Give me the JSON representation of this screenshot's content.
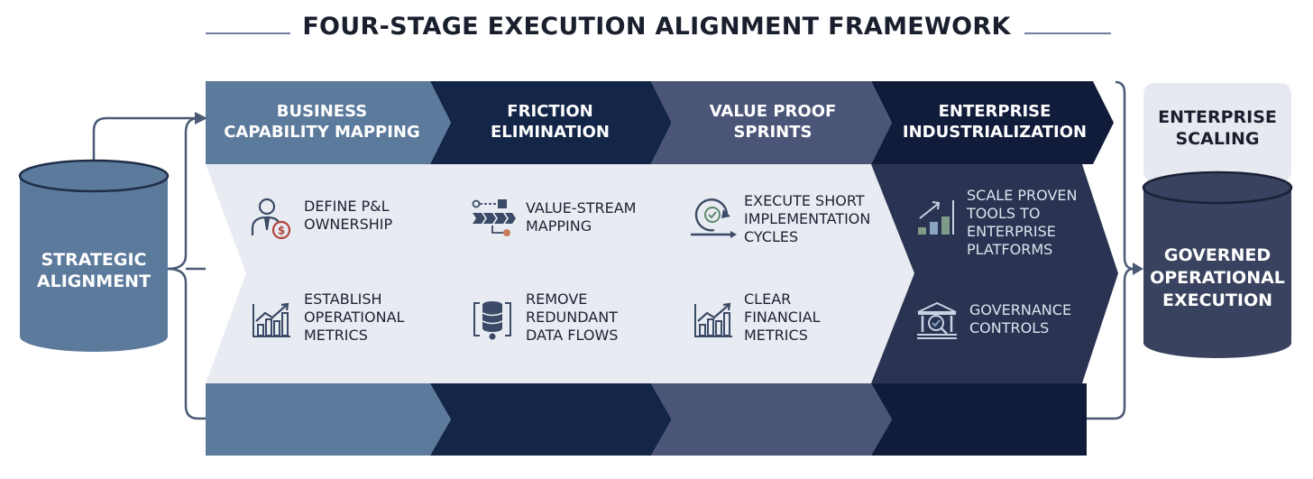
{
  "title": "FOUR-STAGE EXECUTION ALIGNMENT FRAMEWORK",
  "input": {
    "label_lines": [
      "STRATEGIC",
      "ALIGNMENT"
    ]
  },
  "stages": [
    {
      "title_lines": [
        "BUSINESS",
        "CAPABILITY MAPPING"
      ],
      "items": [
        {
          "icon": "person-dollar-icon",
          "lines": [
            "DEFINE P&L",
            "OWNERSHIP"
          ]
        },
        {
          "icon": "bar-chart-up-icon",
          "lines": [
            "ESTABLISH",
            "OPERATIONAL",
            "METRICS"
          ]
        }
      ]
    },
    {
      "title_lines": [
        "FRICTION",
        "ELIMINATION"
      ],
      "items": [
        {
          "icon": "value-stream-icon",
          "lines": [
            "VALUE-STREAM",
            "MAPPING"
          ]
        },
        {
          "icon": "database-cycle-icon",
          "lines": [
            "REMOVE",
            "REDUNDANT",
            "DATA FLOWS"
          ]
        }
      ]
    },
    {
      "title_lines": [
        "VALUE PROOF",
        "SPRINTS"
      ],
      "items": [
        {
          "icon": "sprint-cycle-icon",
          "lines": [
            "EXECUTE SHORT",
            "IMPLEMENTATION",
            "CYCLES"
          ]
        },
        {
          "icon": "bar-chart-up-icon",
          "lines": [
            "CLEAR",
            "FINANCIAL",
            "METRICS"
          ]
        }
      ]
    },
    {
      "title_lines": [
        "ENTERPRISE",
        "INDUSTRIALIZATION"
      ],
      "items": [
        {
          "icon": "scale-up-chart-icon",
          "lines": [
            "SCALE PROVEN",
            "TOOLS TO",
            "ENTERPRISE",
            "PLATFORMS"
          ]
        },
        {
          "icon": "governance-building-icon",
          "lines": [
            "GOVERNANCE",
            "CONTROLS"
          ]
        }
      ]
    }
  ],
  "output": {
    "header_lines": [
      "ENTERPRISE",
      "SCALING"
    ],
    "label_lines": [
      "GOVERNED",
      "OPERATIONAL",
      "EXECUTION"
    ]
  },
  "colors": {
    "stage_header": [
      "#5c7a9c",
      "#142648",
      "#4b5578",
      "#111c3b"
    ],
    "stage_body_light": "#e8ebf2",
    "stage_body_dark": "#2a3452",
    "input_cylinder": "#5c7a9c",
    "output_cylinder": "#39425e",
    "output_header_bg": "#e6e9f0",
    "connector": "#4a5a75",
    "title_rule": "#6d7f99"
  }
}
